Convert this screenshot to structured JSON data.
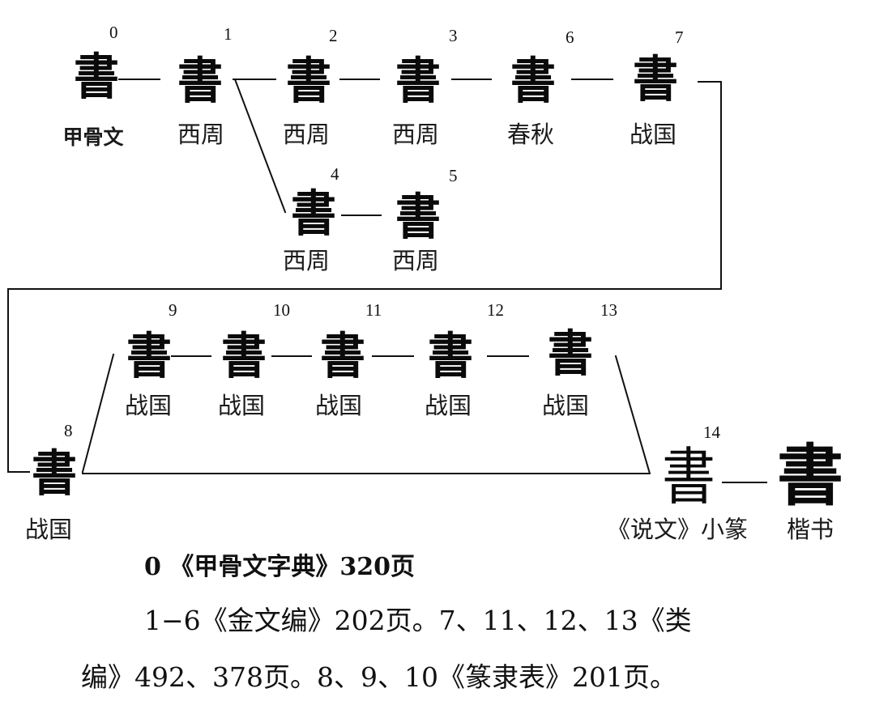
{
  "nodes": [
    {
      "id": "0",
      "glyph": "書",
      "period": "甲骨文",
      "style": "ancient"
    },
    {
      "id": "1",
      "glyph": "書",
      "period": "西周",
      "style": "ancient"
    },
    {
      "id": "2",
      "glyph": "書",
      "period": "西周",
      "style": "ancient"
    },
    {
      "id": "3",
      "glyph": "書",
      "period": "西周",
      "style": "ancient"
    },
    {
      "id": "6",
      "glyph": "書",
      "period": "春秋",
      "style": "ancient"
    },
    {
      "id": "7",
      "glyph": "書",
      "period": "战国",
      "style": "ancient"
    },
    {
      "id": "4",
      "glyph": "書",
      "period": "西周",
      "style": "ancient"
    },
    {
      "id": "5",
      "glyph": "書",
      "period": "西周",
      "style": "ancient"
    },
    {
      "id": "9",
      "glyph": "書",
      "period": "战国",
      "style": "ancient"
    },
    {
      "id": "10",
      "glyph": "書",
      "period": "战国",
      "style": "ancient"
    },
    {
      "id": "11",
      "glyph": "書",
      "period": "战国",
      "style": "ancient"
    },
    {
      "id": "12",
      "glyph": "書",
      "period": "战国",
      "style": "ancient"
    },
    {
      "id": "13",
      "glyph": "書",
      "period": "战国",
      "style": "ancient"
    },
    {
      "id": "8",
      "glyph": "書",
      "period": "战国",
      "style": "ancient"
    },
    {
      "id": "14",
      "glyph": "書",
      "period": "《说文》小篆",
      "style": "seal"
    },
    {
      "id": "",
      "glyph": "書",
      "period": "楷书",
      "style": "modern"
    }
  ],
  "notes": [
    "0 《甲骨文字典》320页",
    "1−6《金文编》202页。7、11、12、13《类",
    "编》492、378页。8、9、10《篆隶表》201页。"
  ]
}
